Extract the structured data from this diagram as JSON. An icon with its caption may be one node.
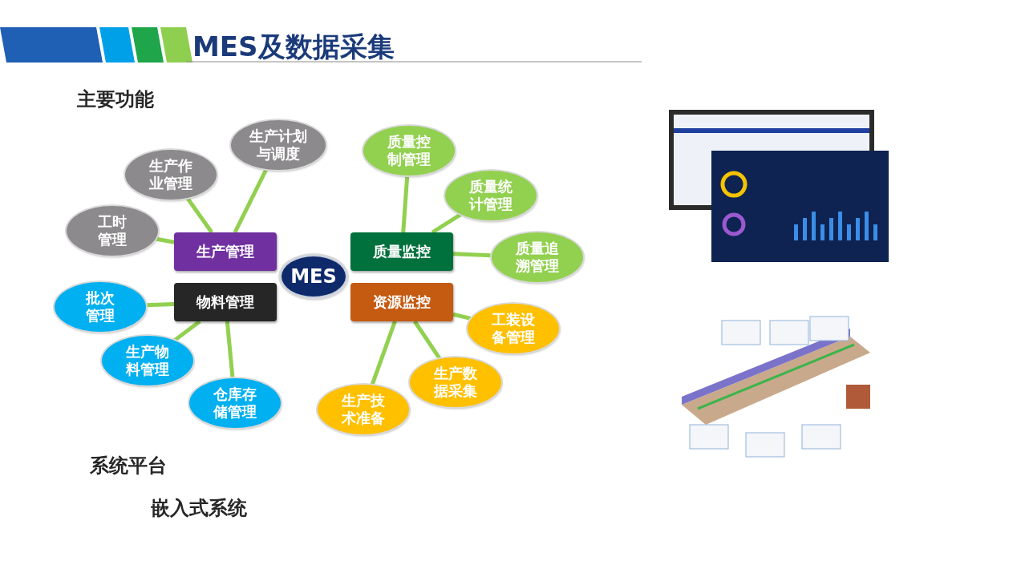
{
  "diagram": {
    "title": "MES及数据采集",
    "nodes": [
      {
        "text": [
          "MES"
        ]
      },
      {
        "text": [
          "生产管理"
        ]
      },
      {
        "text": [
          "质量监控"
        ]
      },
      {
        "text": [
          "物料管理"
        ]
      },
      {
        "text": [
          "资源监控"
        ]
      },
      {
        "text": [
          "生产计划与调度"
        ]
      },
      {
        "text": [
          "生产作业管理"
        ]
      },
      {
        "text": [
          "工时管理"
        ]
      },
      {
        "text": [
          "质量控制管理"
        ]
      },
      {
        "text": [
          "质量统计管理"
        ]
      },
      {
        "text": [
          "质量追溯管理"
        ]
      },
      {
        "text": [
          "批次管理"
        ]
      },
      {
        "text": [
          "生产物料管理"
        ]
      },
      {
        "text": [
          "仓库存储管理"
        ]
      },
      {
        "text": [
          "工装设备管理"
        ]
      },
      {
        "text": [
          "生产数据采集"
        ]
      },
      {
        "text": [
          "生产技术准备"
        ]
      }
    ],
    "edges": [
      {
        "from": 1,
        "to": 5,
        "arrow": "none"
      },
      {
        "from": 1,
        "to": 6,
        "arrow": "none"
      },
      {
        "from": 1,
        "to": 7,
        "arrow": "none"
      },
      {
        "from": 2,
        "to": 8,
        "arrow": "none"
      },
      {
        "from": 2,
        "to": 9,
        "arrow": "none"
      },
      {
        "from": 2,
        "to": 10,
        "arrow": "none"
      },
      {
        "from": 3,
        "to": 11,
        "arrow": "none"
      },
      {
        "from": 3,
        "to": 12,
        "arrow": "none"
      },
      {
        "from": 3,
        "to": 13,
        "arrow": "none"
      },
      {
        "from": 4,
        "to": 14,
        "arrow": "none"
      },
      {
        "from": 4,
        "to": 15,
        "arrow": "none"
      },
      {
        "from": 4,
        "to": 16,
        "arrow": "none"
      }
    ],
    "labels": [
      "主要功能",
      "系统平台",
      "嵌入式系统"
    ]
  }
}
